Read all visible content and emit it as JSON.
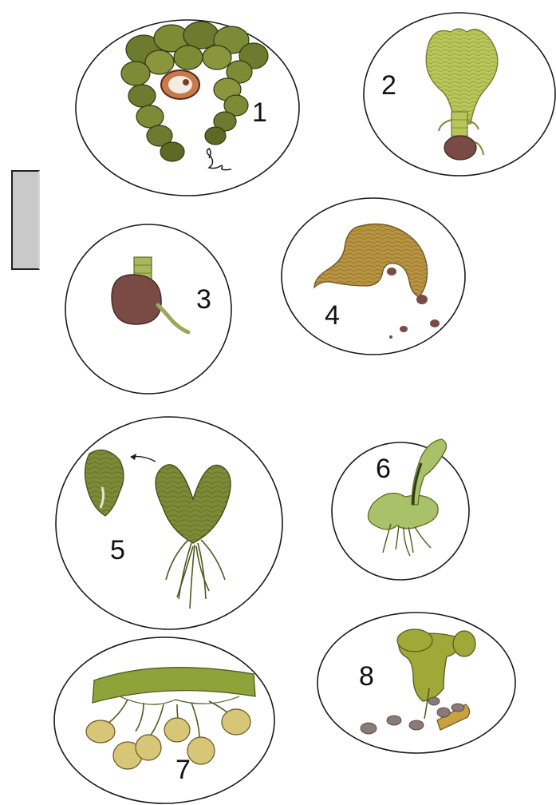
{
  "stages": [
    {
      "number": "1",
      "name": "capsule-with-spore"
    },
    {
      "number": "2",
      "name": "young-prothallus"
    },
    {
      "number": "3",
      "name": "germinating-spore"
    },
    {
      "number": "4",
      "name": "spore-release"
    },
    {
      "number": "5",
      "name": "prothallus-with-rhizoids"
    },
    {
      "number": "6",
      "name": "young-sporophyte"
    },
    {
      "number": "7",
      "name": "sori-with-sporangia"
    },
    {
      "number": "8",
      "name": "sporangium-dehiscing"
    }
  ],
  "colors": {
    "outline": "#1a1a1a",
    "moss_green": "#8a8f3c",
    "olive_dark": "#4f5a22",
    "yellow_green": "#b9c75a",
    "light_green": "#a9c26a",
    "brown_spore": "#7a4a45",
    "ochre": "#b99440",
    "tab_gray": "#c9c9c9"
  }
}
